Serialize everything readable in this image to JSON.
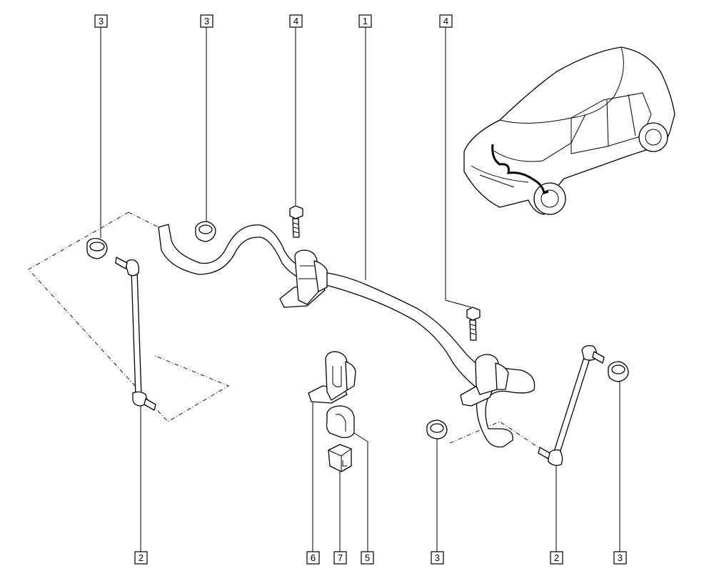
{
  "diagram": {
    "callouts": {
      "c_top_left_3": "3",
      "c_top_mid_3": "3",
      "c_top_4a": "4",
      "c_top_1": "1",
      "c_top_4b": "4",
      "c_bot_2a": "2",
      "c_bot_6": "6",
      "c_bot_7": "7",
      "c_bot_5": "5",
      "c_bot_3a": "3",
      "c_bot_2b": "2",
      "c_bot_3b": "3"
    }
  }
}
